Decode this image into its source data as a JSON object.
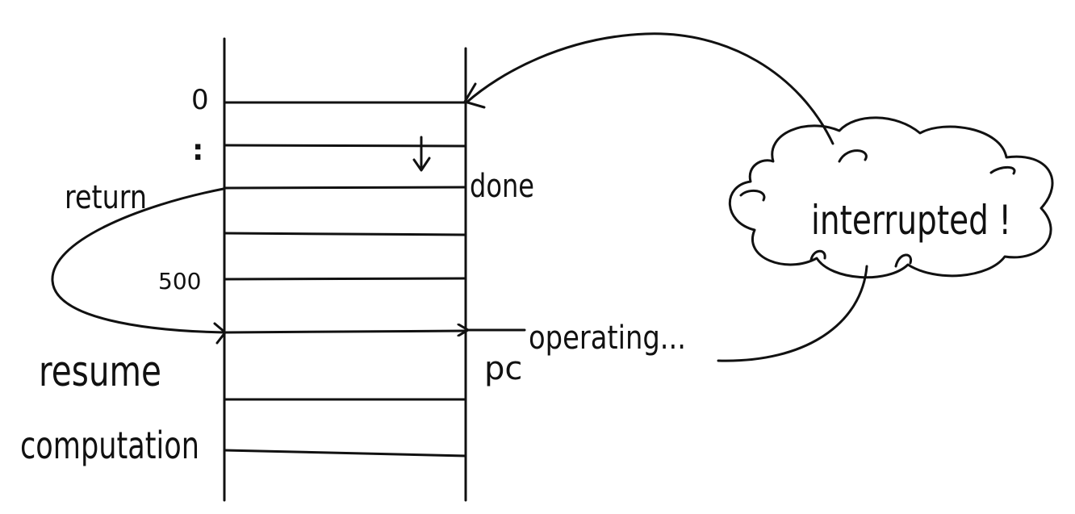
{
  "memory": {
    "address_labels": {
      "zero": "0",
      "ellipsis": ":",
      "five_hundred": "500"
    },
    "pointer_labels": {
      "done": "done",
      "pc": "pc",
      "operating": "operating..."
    }
  },
  "flow_labels": {
    "return": "return",
    "resume": "resume",
    "computation": "computation"
  },
  "cloud": {
    "text": "interrupted !"
  }
}
